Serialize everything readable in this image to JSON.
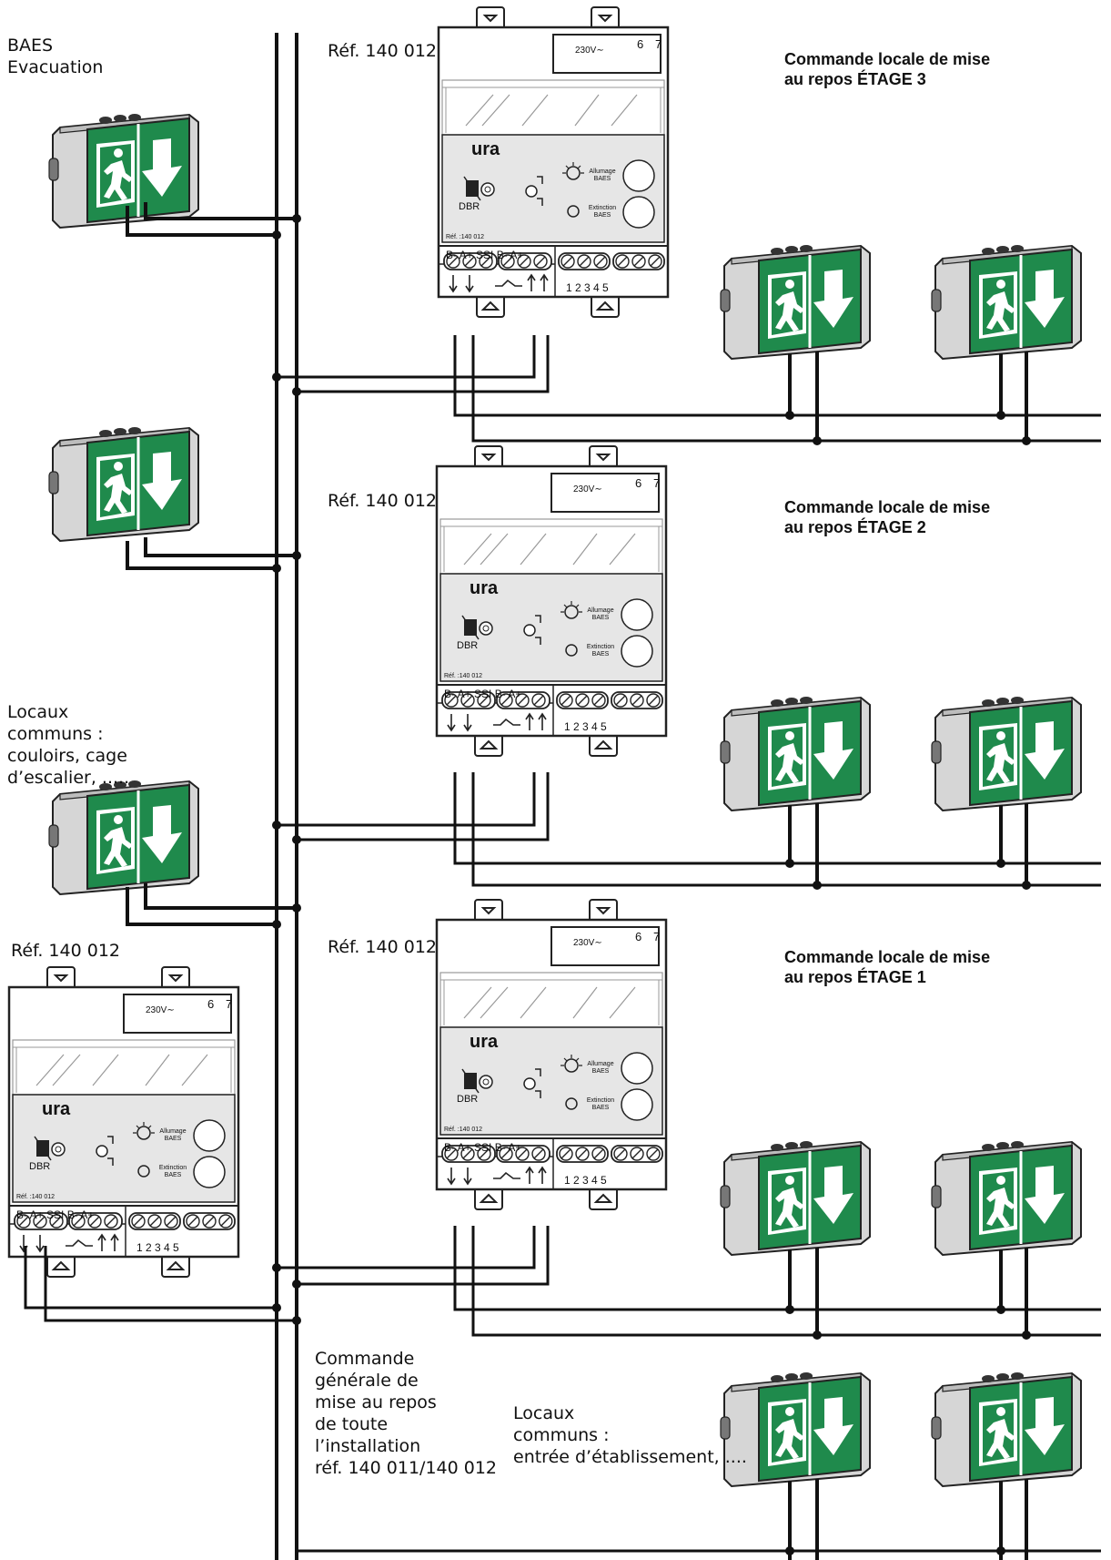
{
  "labels": {
    "baes_evacuation": "BAES\nEvacuation",
    "locaux_communs": "Locaux\ncommuns :\ncouloirs, cage\nd’escalier, .....",
    "ref_left": "Réf. 140 012",
    "commande_generale": "Commande\ngénérale de\nmise au repos\nde toute\nl’installation\nréf. 140 011/140 012",
    "locaux_entree": "Locaux\ncommuns :\nentrée d’établissement, ...."
  },
  "floors": [
    {
      "ref": "Réf. 140 012",
      "command": "Commande locale de mise\nau repos ÉTAGE 3"
    },
    {
      "ref": "Réf. 140 012",
      "command": "Commande locale de mise\nau repos ÉTAGE 2"
    },
    {
      "ref": "Réf. 140 012",
      "command": "Commande locale de mise\nau repos ÉTAGE 1"
    }
  ],
  "module": {
    "brand": "ura",
    "power": "230V∼",
    "t6": "6",
    "t7": "7",
    "dbr": "DBR",
    "allumage": "Allumage\nBAES",
    "extinction": "Extinction\nBAES",
    "ref_small": "Réf. :140 012",
    "terminals_left": "B- A+  SSI   B- A+",
    "terminals_right": "1  2  3       4  5"
  },
  "colors": {
    "baes_green": "#1f8a4c",
    "baes_body": "#e8e8e8",
    "module_panel": "#e6e6e6",
    "wire": "#111111"
  }
}
